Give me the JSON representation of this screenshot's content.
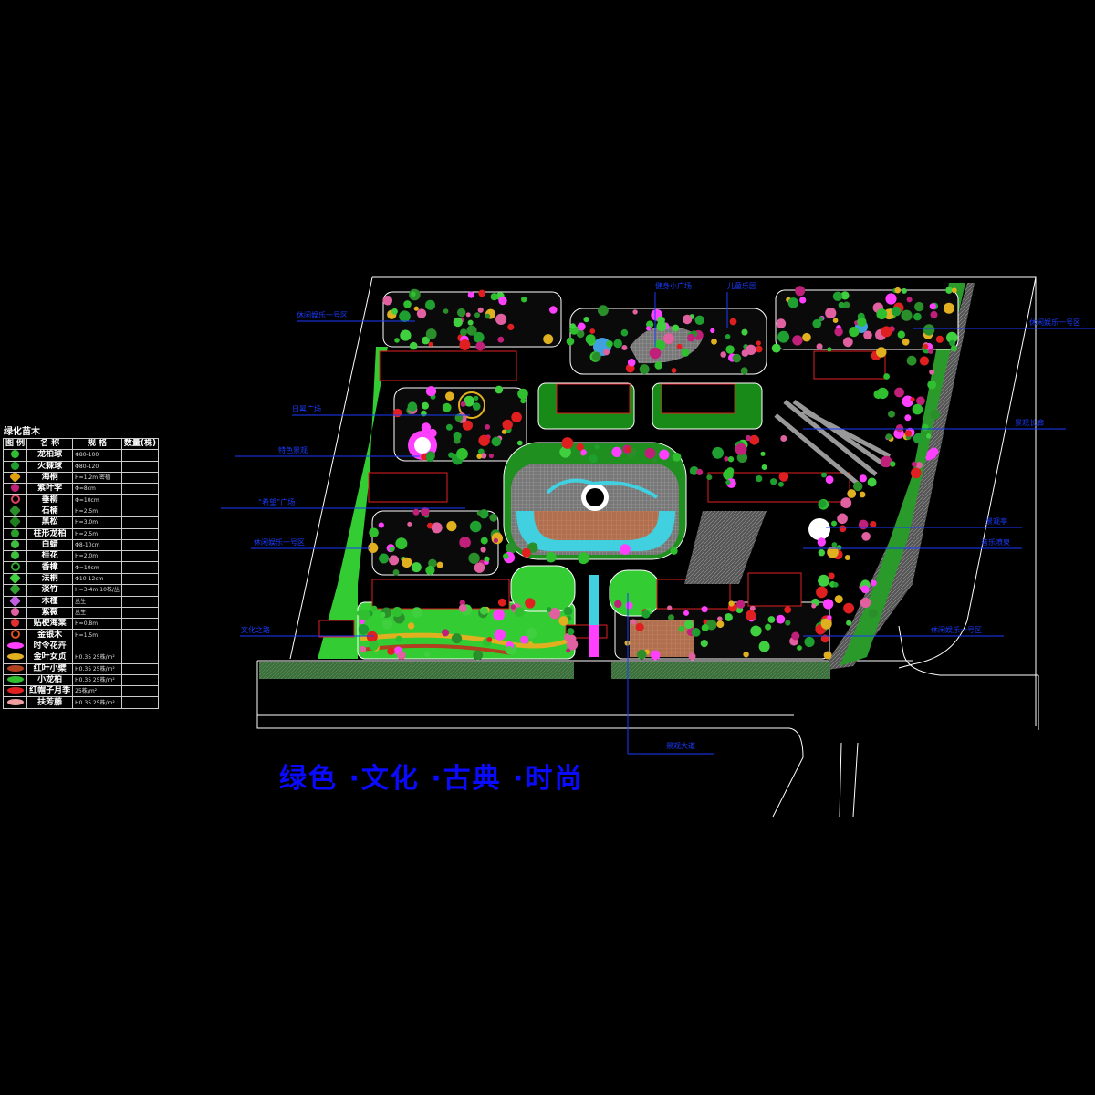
{
  "legend": {
    "title": "绿化苗木",
    "headers": [
      "图 例",
      "名 称",
      "规 格",
      "数量(株)"
    ],
    "rows": [
      {
        "name": "龙柏球",
        "spec": "Φ80-100",
        "color": "#2fbf2f",
        "shape": "dot"
      },
      {
        "name": "火棘球",
        "spec": "Φ80-120",
        "color": "#1f9f2f",
        "shape": "dot"
      },
      {
        "name": "海桐",
        "spec": "H=1.2m 密植",
        "color": "#e0a010",
        "shape": "star"
      },
      {
        "name": "紫叶李",
        "spec": "Φ=8cm",
        "color": "#c0207a",
        "shape": "dot"
      },
      {
        "name": "垂柳",
        "spec": "Φ=10cm",
        "color": "#e04060",
        "shape": "ring"
      },
      {
        "name": "石楠",
        "spec": "H=2.5m",
        "color": "#2a8f2a",
        "shape": "star"
      },
      {
        "name": "黑松",
        "spec": "H=3.0m",
        "color": "#1f7f1f",
        "shape": "star"
      },
      {
        "name": "柱形龙柏",
        "spec": "H=2.5m",
        "color": "#2aa02a",
        "shape": "dot"
      },
      {
        "name": "白蜡",
        "spec": "Φ8-10cm",
        "color": "#3fbf3f",
        "shape": "dot"
      },
      {
        "name": "桂花",
        "spec": "H=2.0m",
        "color": "#3fbf3f",
        "shape": "dot"
      },
      {
        "name": "香樟",
        "spec": "Φ=10cm",
        "color": "#2fa02f",
        "shape": "ring"
      },
      {
        "name": "法桐",
        "spec": "Φ10-12cm",
        "color": "#3fcf3f",
        "shape": "star"
      },
      {
        "name": "淡竹",
        "spec": "H=3-4m 10株/丛",
        "color": "#2f9f2f",
        "shape": "star"
      },
      {
        "name": "木槿",
        "spec": "丛生",
        "color": "#c060e0",
        "shape": "star"
      },
      {
        "name": "紫薇",
        "spec": "丛生",
        "color": "#e060a0",
        "shape": "dot"
      },
      {
        "name": "贴梗海棠",
        "spec": "H=0.8m",
        "color": "#e03030",
        "shape": "dot"
      },
      {
        "name": "金银木",
        "spec": "H=1.5m",
        "color": "#e05020",
        "shape": "ring"
      },
      {
        "name": "时令花卉",
        "spec": "",
        "color": "#ff40ff",
        "shape": "oval"
      },
      {
        "name": "金叶女贞",
        "spec": "H0.35 25株/m²",
        "color": "#e0b020",
        "shape": "oval"
      },
      {
        "name": "红叶小檗",
        "spec": "H0.35 25株/m²",
        "color": "#b04020",
        "shape": "oval"
      },
      {
        "name": "小龙柏",
        "spec": "H0.35 25株/m²",
        "color": "#2fbf2f",
        "shape": "oval"
      },
      {
        "name": "红帽子月季",
        "spec": "25株/m²",
        "color": "#e02020",
        "shape": "oval"
      },
      {
        "name": "扶芳藤",
        "spec": "H0.35 25株/m²",
        "color": "#f0a0a0",
        "shape": "oval"
      }
    ]
  },
  "labels": [
    {
      "text": "休闲娱乐一号区"
    },
    {
      "text": "健身小广场"
    },
    {
      "text": "儿童乐园"
    },
    {
      "text": "休闲娱乐一号区"
    },
    {
      "text": "日晷广场"
    },
    {
      "text": "景观长廊"
    },
    {
      "text": "特色景观"
    },
    {
      "text": "“希望”广场"
    },
    {
      "text": "景观亭"
    },
    {
      "text": "休闲娱乐一号区"
    },
    {
      "text": "音乐喷泉"
    },
    {
      "text": "文化之路"
    },
    {
      "text": "休闲娱乐一号区"
    },
    {
      "text": "景观大道"
    }
  ],
  "slogan": "绿色 ·文化 ·古典 ·时尚"
}
